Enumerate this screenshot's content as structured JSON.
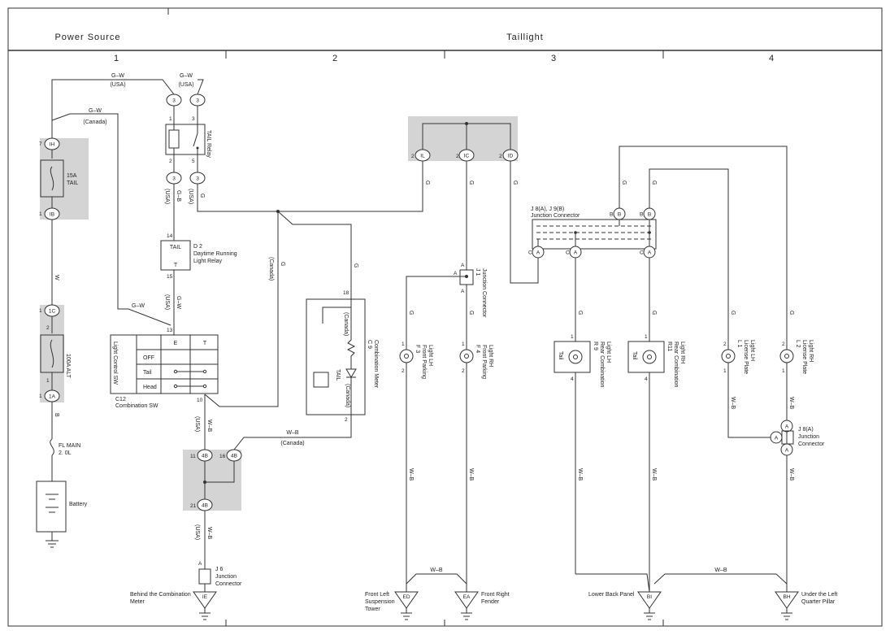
{
  "header": {
    "left_title": "Power Source",
    "right_title": "Taillight"
  },
  "columns": [
    "1",
    "2",
    "3",
    "4"
  ],
  "wires": {
    "gw": "G–W",
    "usa": "(USA)",
    "canada": "(Canada)",
    "g": "G",
    "gb": "G–B",
    "w": "W",
    "b": "B",
    "wb": "W–B"
  },
  "components": {
    "fuse_tail": {
      "line1": "15A",
      "line2": "TAIL"
    },
    "fuse_alt": "100A ALT",
    "fl_main": {
      "line1": "FL MAIN",
      "line2": "2. 0L"
    },
    "battery": "Battery",
    "tail_relay": "TAIL Relay",
    "drl": {
      "id": "D 2",
      "line1": "Daytime Running",
      "line2": "Light Relay",
      "pin_tail": "TAIL",
      "pin_t": "T"
    },
    "light_sw": {
      "title": "Light Control SW",
      "col_e": "E",
      "col_t": "T",
      "off": "OFF",
      "tail": "Tail",
      "head": "Head",
      "id": "C12",
      "name": "Combination SW"
    },
    "meter": {
      "id": "C 9",
      "name": "Combination Meter",
      "tail": "TAIL"
    },
    "j1": {
      "id": "J 1",
      "name": "Junction Connector"
    },
    "j8": {
      "line1": "J 8(A), J 9(B)",
      "line2": "Junction Connector"
    },
    "j8a": {
      "id": "J 8(A)",
      "line1": "Junction",
      "line2": "Connector"
    },
    "j6": {
      "id": "J 6",
      "line1": "Junction",
      "line2": "Connector"
    },
    "f3": {
      "id": "F 3",
      "line1": "Front Parking",
      "line2": "Light LH"
    },
    "f4": {
      "id": "F 4",
      "line1": "Front Parking",
      "line2": "Light RH"
    },
    "r9": {
      "id": "R 9",
      "line1": "Rear Combination",
      "line2": "Light LH",
      "inner": "Tail"
    },
    "r11": {
      "id": "R11",
      "line1": "Rear Combination",
      "line2": "Light RH",
      "inner": "Tail"
    },
    "l1": {
      "id": "L 1",
      "line1": "License Plate",
      "line2": "Light LH"
    },
    "l2": {
      "id": "L 2",
      "line1": "License Plate",
      "line2": "Light RH"
    }
  },
  "connectors": {
    "ih": "IH",
    "ib": "IB",
    "c1": "1C",
    "a1": "1A",
    "c3": "3",
    "b4": "4B",
    "il": "IL",
    "ic": "IC",
    "id": "ID",
    "a": "A",
    "bb": "B",
    "c": "C"
  },
  "grounds": {
    "ie": {
      "code": "IE",
      "line1": "Behind the Combination",
      "line2": "Meter"
    },
    "ed": {
      "code": "ED",
      "line1": "Front Left",
      "line2": "Suspension",
      "line3": "Tower"
    },
    "ea": {
      "code": "EA",
      "line1": "Front Right",
      "line2": "Fender"
    },
    "bi": {
      "code": "BI",
      "line1": "Lower Back Panel"
    },
    "bh": {
      "code": "BH",
      "line1": "Under the Left",
      "line2": "Quarter Pillar"
    }
  },
  "pins": {
    "p1": "1",
    "p2": "2",
    "p3": "3",
    "p4": "4",
    "p5": "5",
    "p7": "7",
    "p10": "10",
    "p11": "11",
    "p13": "13",
    "p14": "14",
    "p15": "15",
    "p16": "16",
    "p18": "18",
    "p21": "21",
    "pa": "A"
  }
}
